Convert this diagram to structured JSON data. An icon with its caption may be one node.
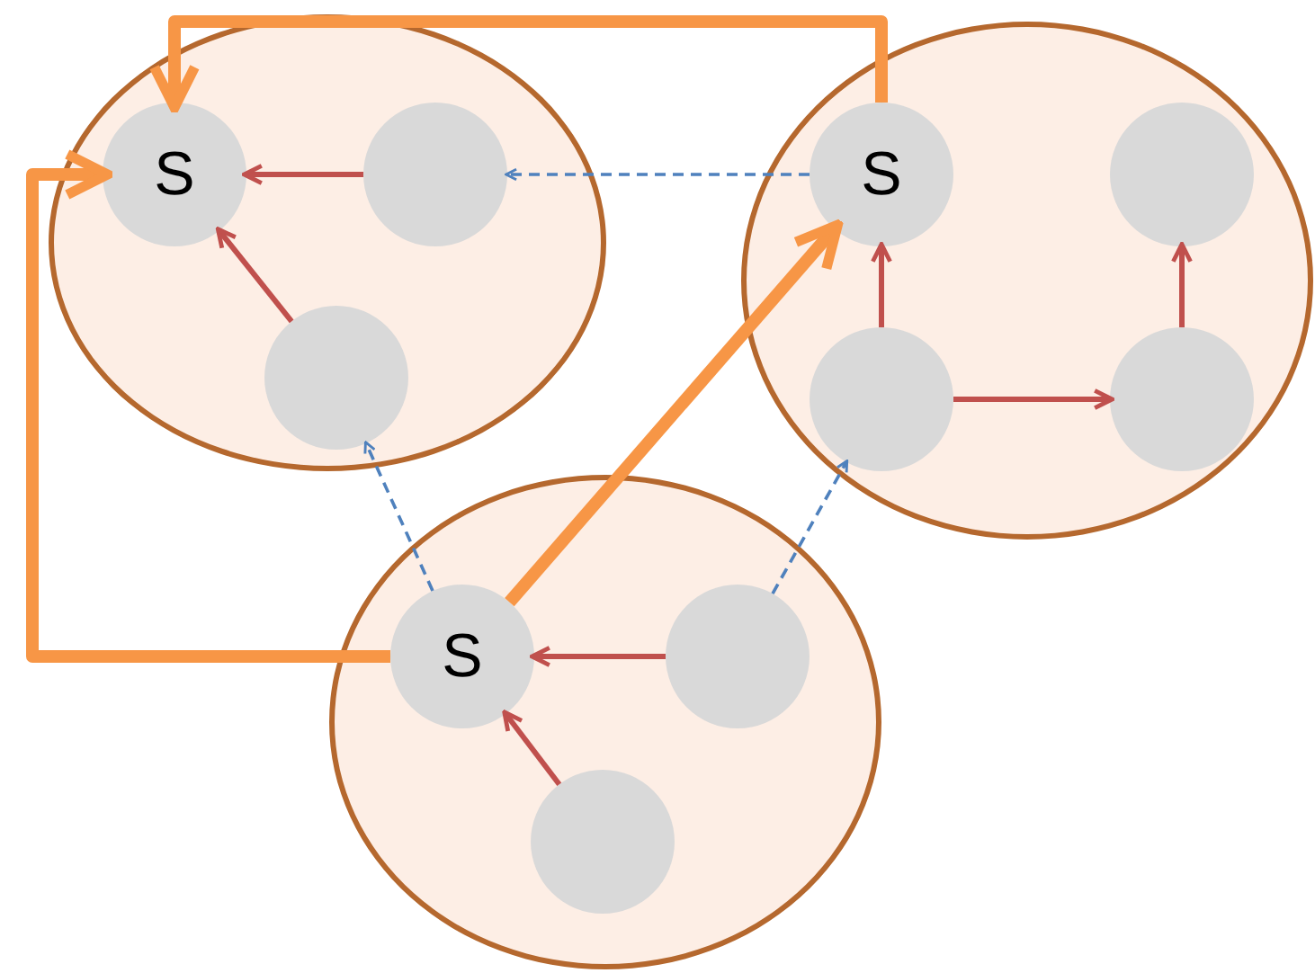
{
  "diagram": {
    "nodes": [
      {
        "text": [],
        "shape": "ellipse"
      },
      {
        "text": [
          "S"
        ],
        "in": 0
      },
      {
        "text": [],
        "shape": "circle",
        "in": 0
      },
      {
        "text": [],
        "shape": "circle",
        "in": 0
      },
      {
        "text": [],
        "shape": "ellipse"
      },
      {
        "text": [
          "S"
        ],
        "in": 4
      },
      {
        "text": [],
        "shape": "circle",
        "in": 4
      },
      {
        "text": [],
        "shape": "circle",
        "in": 4
      },
      {
        "text": [],
        "shape": "circle",
        "in": 4
      },
      {
        "text": [],
        "shape": "ellipse"
      },
      {
        "text": [
          "S"
        ],
        "in": 9
      },
      {
        "text": [],
        "shape": "circle",
        "in": 9
      },
      {
        "text": [],
        "shape": "circle",
        "in": 9
      }
    ],
    "edges": [
      {
        "from": 2,
        "to": 1,
        "arrow": "to"
      },
      {
        "from": 3,
        "to": 1,
        "arrow": "to"
      },
      {
        "from": 7,
        "to": 5,
        "arrow": "to"
      },
      {
        "from": 7,
        "to": 8,
        "arrow": "to"
      },
      {
        "from": 8,
        "to": 6,
        "arrow": "to"
      },
      {
        "from": 11,
        "to": 10,
        "arrow": "to"
      },
      {
        "from": 12,
        "to": 10,
        "arrow": "to"
      },
      {
        "from": 5,
        "to": 2,
        "arrow": "to",
        "style": "dashed",
        "color": "#4f81bd"
      },
      {
        "from": 10,
        "to": 3,
        "arrow": "to",
        "style": "dashed",
        "color": "#4f81bd"
      },
      {
        "from": 11,
        "to": 7,
        "arrow": "to",
        "style": "dashed",
        "color": "#4f81bd"
      },
      {
        "from": 10,
        "to": 5,
        "arrow": "to",
        "style": "thick",
        "color": "#f79646"
      },
      {
        "from": 5,
        "to": 1,
        "arrow": "to",
        "style": "thick",
        "color": "#f79646"
      },
      {
        "from": 10,
        "to": 1,
        "arrow": "to",
        "style": "thick",
        "color": "#f79646"
      }
    ]
  }
}
